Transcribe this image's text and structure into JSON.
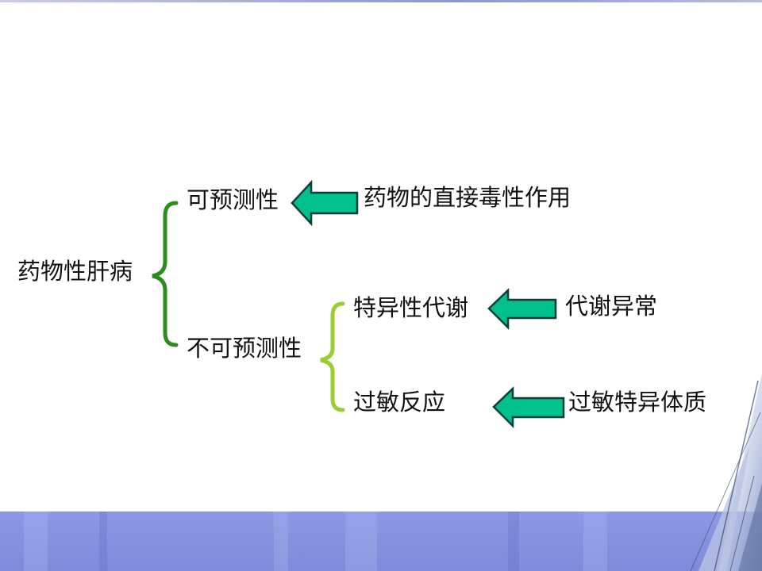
{
  "diagram": {
    "root": "药物性肝病",
    "predictable": "可预测性",
    "unpredictable": "不可预测性",
    "idiosyncratic_metabolism": "特异性代谢",
    "allergic_reaction": "过敏反应",
    "cause_direct_toxicity": "药物的直接毒性作用",
    "cause_metabolic_abnormality": "代谢异常",
    "cause_allergic_constitution": "过敏特异体质"
  },
  "colors": {
    "main_brace": "#2e8b1e",
    "sub_brace": "#9acd32",
    "arrow_fill": "#00c08b",
    "arrow_stroke": "#0b3b3b",
    "footer": "#8e98e4"
  }
}
